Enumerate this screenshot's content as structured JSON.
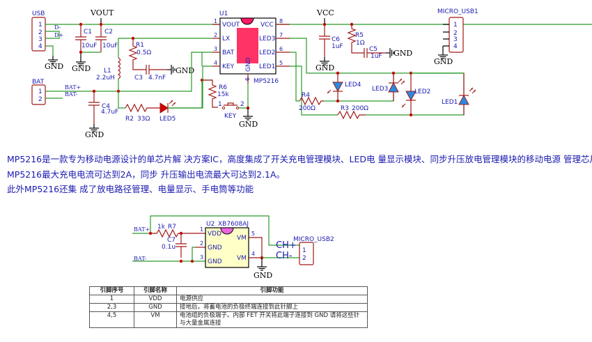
{
  "schematic1": {
    "connectors": {
      "usb": {
        "name": "USB",
        "pins": [
          "1",
          "2",
          "3",
          "4"
        ],
        "nets": [
          "D-",
          "D+"
        ]
      },
      "bat": {
        "name": "BAT",
        "pins": [
          "1",
          "2"
        ],
        "nets": [
          "BAT+",
          "BAT-"
        ]
      },
      "micro_usb1": {
        "name": "MICRO_USB1",
        "pins": [
          "1",
          "2",
          "3",
          "4"
        ]
      }
    },
    "power_labels": {
      "vout": "VOUT",
      "vcc": "VCC",
      "gnd": "GND"
    },
    "components": {
      "c1": {
        "ref": "C1",
        "value": "10uF"
      },
      "c2": {
        "ref": "C2",
        "value": "10uF"
      },
      "r1": {
        "ref": "R1",
        "value": "0.5Ω"
      },
      "c3": {
        "ref": "C3",
        "value": "4.7nF"
      },
      "l1": {
        "ref": "L1",
        "value": "2.2uH"
      },
      "c4": {
        "ref": "C4",
        "value": "4.7uF"
      },
      "r2": {
        "ref": "R2",
        "value": "33Ω"
      },
      "led5": {
        "ref": "LED5"
      },
      "r6": {
        "ref": "R6",
        "value": "15k"
      },
      "key": {
        "ref": "KEY",
        "pins": [
          "1",
          "2"
        ]
      },
      "c6": {
        "ref": "C6",
        "value": "1uF"
      },
      "r5": {
        "ref": "R5",
        "value": "1Ω"
      },
      "c5": {
        "ref": "C5",
        "value": "1uF"
      },
      "r4": {
        "ref": "R4",
        "value": "200Ω"
      },
      "r3": {
        "ref": "R3",
        "value": "200Ω"
      },
      "led1": {
        "ref": "LED1"
      },
      "led2": {
        "ref": "LED2"
      },
      "led3": {
        "ref": "LED3"
      },
      "led4": {
        "ref": "LED4"
      }
    },
    "u1": {
      "ref": "U1",
      "part": "MP5216",
      "left_pins": [
        {
          "num": "1",
          "name": "VOUT"
        },
        {
          "num": "2",
          "name": "LX"
        },
        {
          "num": "3",
          "name": "BAT"
        },
        {
          "num": "4",
          "name": "KEY"
        }
      ],
      "right_pins": [
        {
          "num": "8",
          "name": "VCC"
        },
        {
          "num": "7",
          "name": "LED3"
        },
        {
          "num": "6",
          "name": "LED2"
        },
        {
          "num": "5",
          "name": "LED1"
        }
      ],
      "bottom_pin": {
        "num": "9",
        "name": "GND"
      }
    }
  },
  "description": [
    "MP5216是一款专为移动电源设计的单芯片解 决方案IC，高度集成了开关充电管理模块、LED电 量显示模块、同步升压放电管理模块的移动电源 管理芯片。",
    "MP5216最大充电电流可达到2A，同步 升压输出电流最大可达到2.1A。",
    "此外MP5216还集 成了放电路径管理、电量显示、手电筒等功能"
  ],
  "schematic2": {
    "nets": {
      "bat_plus": "BAT+",
      "bat_minus": "BAT-",
      "ch_plus": "CH+",
      "ch_minus": "CH-",
      "gnd": "GND"
    },
    "r7": {
      "ref": "R7",
      "value": "1k"
    },
    "c7": {
      "ref": "C7",
      "value": "0.1u"
    },
    "u2": {
      "ref": "U2",
      "part": "XB7608AJ",
      "left_pins": [
        {
          "num": "1",
          "name": "VDD"
        },
        {
          "num": "2",
          "name": "GND"
        },
        {
          "num": "3",
          "name": "GND"
        }
      ],
      "right_pins": [
        {
          "num": "5",
          "name": "VM"
        },
        {
          "num": "4",
          "name": "VM"
        }
      ]
    },
    "micro_usb2": {
      "name": "MICRO_USB2",
      "pins": [
        "1",
        "2"
      ]
    }
  },
  "pin_table": {
    "headers": [
      "引脚序号",
      "引脚名称",
      "引脚功能"
    ],
    "rows": [
      [
        "1",
        "VDD",
        "电源供应"
      ],
      [
        "2,3",
        "GND",
        "接地后，将蓄电池的负极终端连接到此针脚上"
      ],
      [
        "4,5",
        "VM",
        "电池组的负极端子。内部 FET 开关将此端子连接到 GND 请将这些针与大量金属连接"
      ]
    ]
  },
  "colors": {
    "wire": "#2a9a2a",
    "component": "#a01818",
    "label": "#1a1ab0",
    "chip_pad": "#ff3366",
    "u2_body": "#ffffc8",
    "led_fill": "#2a8ae0",
    "junction": "#d00000"
  }
}
